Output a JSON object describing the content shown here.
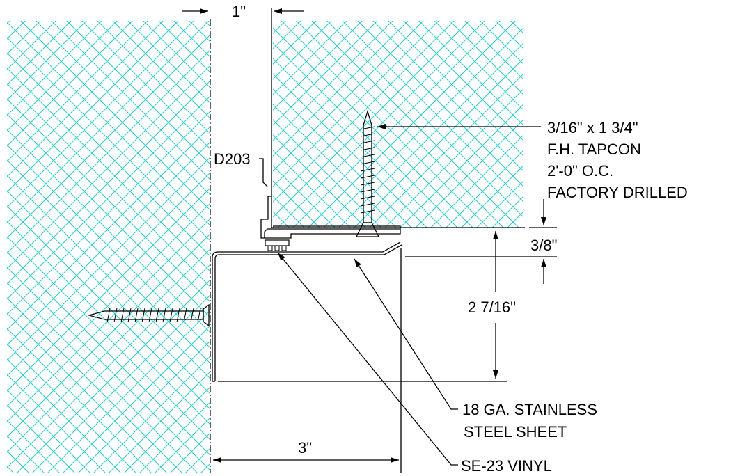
{
  "labels": {
    "gap_dim": "1\"",
    "trim_ref": "D203",
    "fastener": [
      "3/16\" x 1 3/4\"",
      "F.H. TAPCON",
      "2'-0\" O.C.",
      "FACTORY DRILLED"
    ],
    "offset_dim": "3/8\"",
    "height_dim": "2 7/16\"",
    "sheet_callout": [
      "18 GA. STAINLESS",
      "STEEL SHEET"
    ],
    "width_dim": "3\"",
    "vinyl_callout": "SE-23 VINYL"
  },
  "colors": {
    "hatch": "#33cccc",
    "line": "#000000"
  }
}
